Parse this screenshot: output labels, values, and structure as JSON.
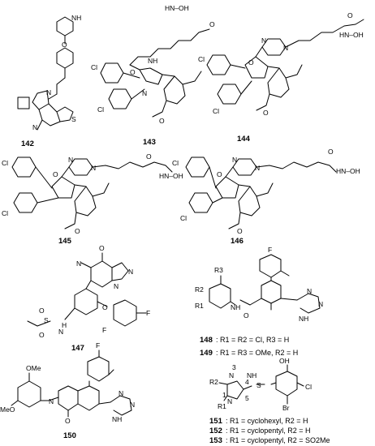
{
  "compounds": [
    {
      "id": "142",
      "label": "142"
    },
    {
      "id": "143",
      "label": "143"
    },
    {
      "id": "144",
      "label": "144"
    },
    {
      "id": "145",
      "label": "145"
    },
    {
      "id": "146",
      "label": "146"
    },
    {
      "id": "147",
      "label": "147"
    },
    {
      "id": "148",
      "label": "148"
    },
    {
      "id": "149",
      "label": "149"
    },
    {
      "id": "150",
      "label": "150"
    },
    {
      "id": "151",
      "label": "151"
    },
    {
      "id": "152",
      "label": "152"
    },
    {
      "id": "153",
      "label": "153"
    }
  ],
  "notes": {
    "c148": ": R1 = R2 = Cl, R3 = H",
    "c149": ": R1 = R3 = OMe, R2 = H",
    "c151": ": R1 = cyclohexyl, R2 = H",
    "c152": ": R1 = cyclopentyl, R2 = H",
    "c153": ": R1 = cyclopentyl, R2 = SO2Me"
  },
  "atoms": {
    "n": "N",
    "nh": "NH",
    "h": "H",
    "o": "O",
    "oh": "OH",
    "cl": "Cl",
    "f": "F",
    "s": "S",
    "br": "Br",
    "ome": "OMe",
    "meo": "MeO",
    "hydroxamate": "HN–OH",
    "r1": "R1",
    "r2": "R2",
    "r3": "R3",
    "n1": "1",
    "n3": "3",
    "n4": "4",
    "n5": "5"
  }
}
